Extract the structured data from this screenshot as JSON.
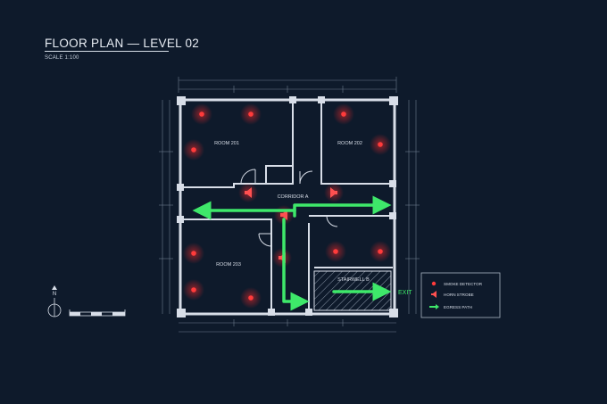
{
  "header": {
    "title": "FLOOR PLAN — LEVEL 02",
    "scale": "SCALE 1:100"
  },
  "rooms": {
    "room_201": "ROOM 201",
    "room_202": "ROOM 202",
    "room_203": "ROOM 203",
    "corridor": "CORRIDOR A",
    "stairwell": "STAIRWELL B"
  },
  "exit_label": "EXIT",
  "north_label": "N",
  "legend": {
    "smoke_detector": "SMOKE DETECTOR",
    "horn_strobe": "HORN STROBE",
    "egress_path": "EGRESS PATH"
  },
  "colors": {
    "background": "#0e1a2b",
    "wall": "#d8dee8",
    "smoke": "#ff3b3b",
    "strobe": "#ff5050",
    "egress": "#3ee86a"
  }
}
